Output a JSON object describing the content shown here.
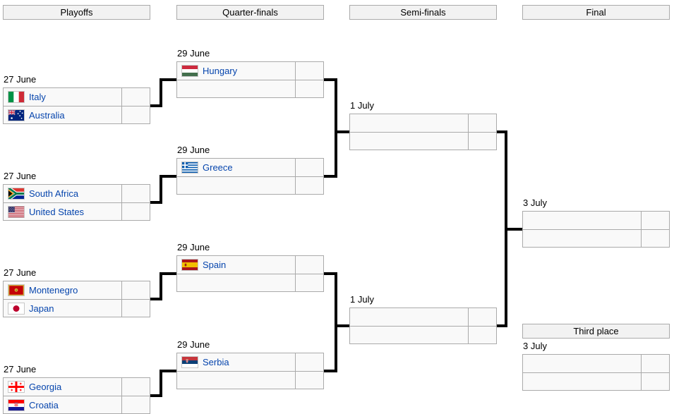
{
  "colors": {
    "link_blue": "#0645ad",
    "header_bg": "#f2f2f2",
    "cell_bg": "#f9f9f9",
    "border_gray": "#aaaaaa",
    "connector_black": "#000000"
  },
  "round_headers": [
    {
      "label": "Playoffs"
    },
    {
      "label": "Quarter-finals"
    },
    {
      "label": "Semi-finals"
    },
    {
      "label": "Final"
    }
  ],
  "third_place_header": "Third place",
  "matches": {
    "p1": {
      "date": "27 June",
      "team1": {
        "name": "Italy",
        "flag": "italy"
      },
      "team2": {
        "name": "Australia",
        "flag": "australia"
      },
      "score1": "",
      "score2": ""
    },
    "p2": {
      "date": "27 June",
      "team1": {
        "name": "South Africa",
        "flag": "south-africa"
      },
      "team2": {
        "name": "United States",
        "flag": "united-states"
      },
      "score1": "",
      "score2": ""
    },
    "p3": {
      "date": "27 June",
      "team1": {
        "name": "Montenegro",
        "flag": "montenegro"
      },
      "team2": {
        "name": "Japan",
        "flag": "japan"
      },
      "score1": "",
      "score2": ""
    },
    "p4": {
      "date": "27 June",
      "team1": {
        "name": "Georgia",
        "flag": "georgia"
      },
      "team2": {
        "name": "Croatia",
        "flag": "croatia"
      },
      "score1": "",
      "score2": ""
    },
    "qf1": {
      "date": "29 June",
      "team1": {
        "name": "Hungary",
        "flag": "hungary"
      },
      "team2": {
        "name": ""
      },
      "score1": "",
      "score2": ""
    },
    "qf2": {
      "date": "29 June",
      "team1": {
        "name": "Greece",
        "flag": "greece"
      },
      "team2": {
        "name": ""
      },
      "score1": "",
      "score2": ""
    },
    "qf3": {
      "date": "29 June",
      "team1": {
        "name": "Spain",
        "flag": "spain"
      },
      "team2": {
        "name": ""
      },
      "score1": "",
      "score2": ""
    },
    "qf4": {
      "date": "29 June",
      "team1": {
        "name": "Serbia",
        "flag": "serbia"
      },
      "team2": {
        "name": ""
      },
      "score1": "",
      "score2": ""
    },
    "sf1": {
      "date": "1 July",
      "team1": {
        "name": ""
      },
      "team2": {
        "name": ""
      },
      "score1": "",
      "score2": ""
    },
    "sf2": {
      "date": "1 July",
      "team1": {
        "name": ""
      },
      "team2": {
        "name": ""
      },
      "score1": "",
      "score2": ""
    },
    "final": {
      "date": "3 July",
      "team1": {
        "name": ""
      },
      "team2": {
        "name": ""
      },
      "score1": "",
      "score2": ""
    },
    "third_place": {
      "date": "3 July",
      "team1": {
        "name": ""
      },
      "team2": {
        "name": ""
      },
      "score1": "",
      "score2": ""
    }
  }
}
